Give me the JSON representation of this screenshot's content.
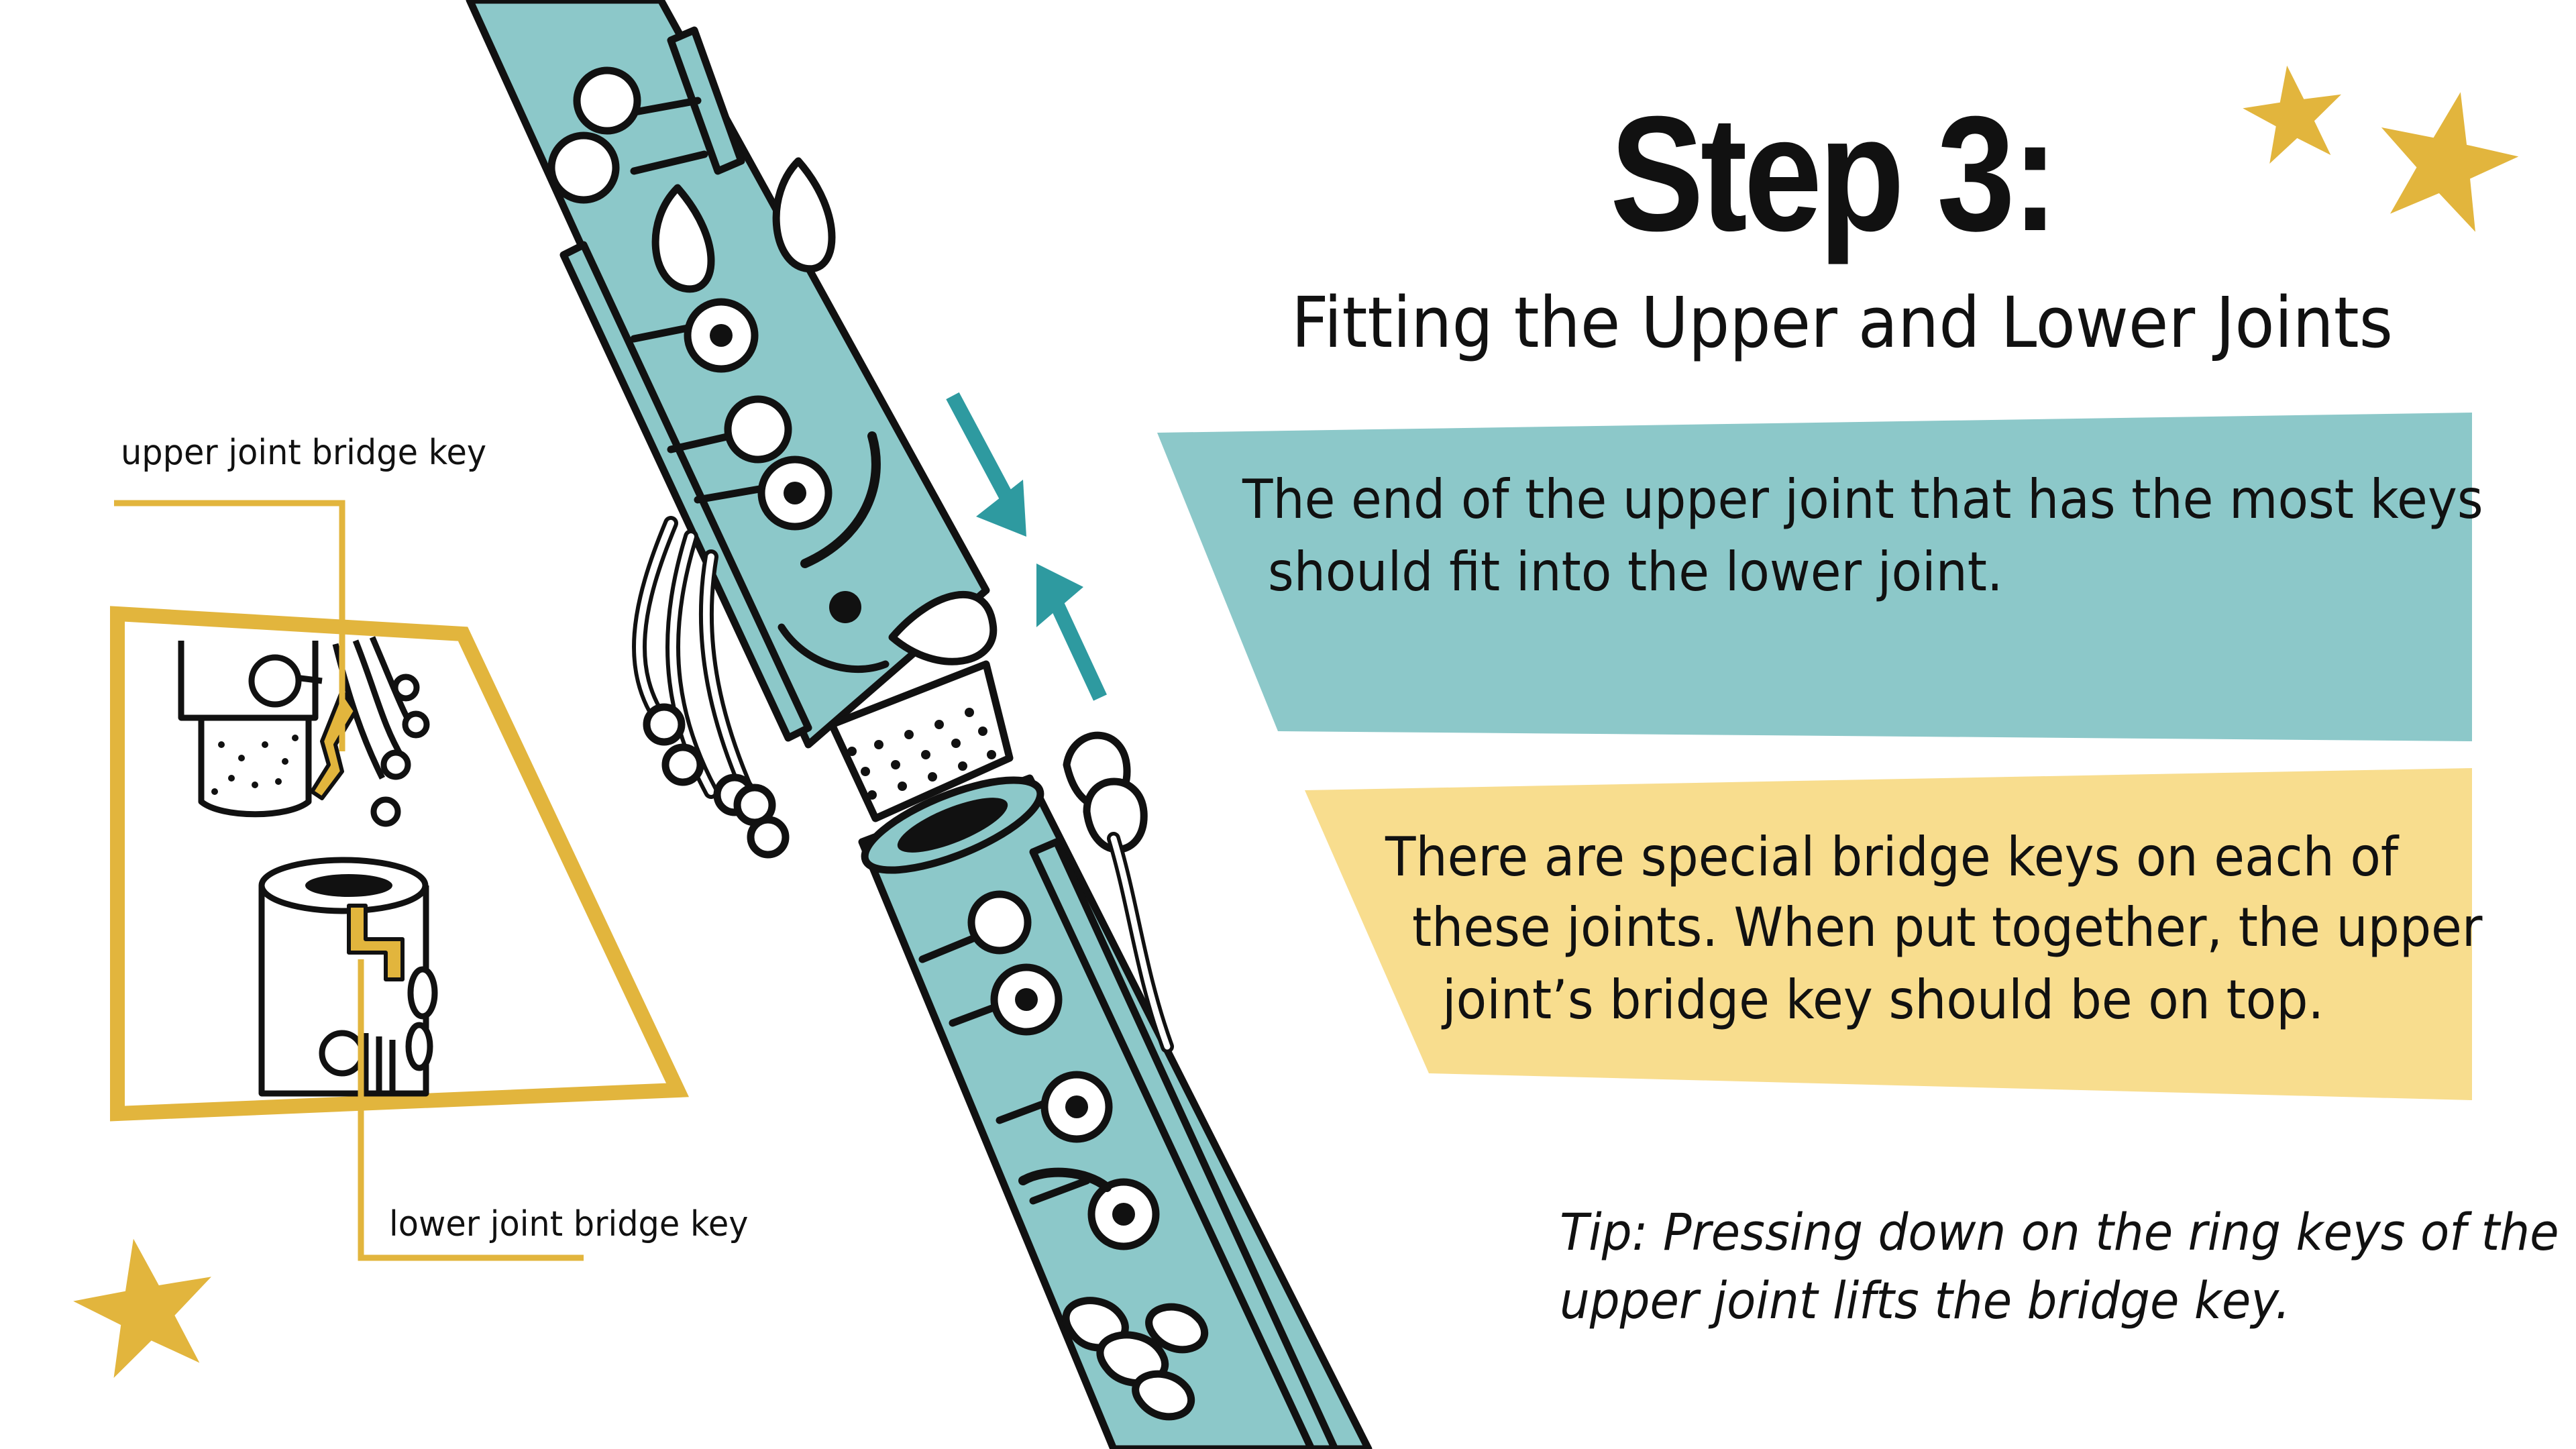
{
  "title": "Step 3:",
  "subtitle": "Fitting the Upper and Lower Joints",
  "callout_teal": {
    "line1": "The end of the upper joint that has the most keys",
    "line2": "should fit into the lower joint."
  },
  "callout_yellow": {
    "line1": "There are special bridge keys on each of",
    "line2": "these joints. When put together, the upper",
    "line3": "joint’s bridge key should be on top."
  },
  "tip": {
    "line1": "Tip: Pressing down on the ring keys of the",
    "line2": "upper joint lifts the bridge key."
  },
  "labels": {
    "upper_bridge_key": "upper joint bridge key",
    "lower_bridge_key": "lower joint bridge key"
  },
  "colors": {
    "teal": "#8cc8c9",
    "teal_arrow": "#2e9aa0",
    "yellow_panel": "#f8dd8e",
    "gold": "#e2b53d",
    "ink": "#111111"
  },
  "icons": [
    "star-icon",
    "arrow-down-icon",
    "arrow-up-icon"
  ]
}
